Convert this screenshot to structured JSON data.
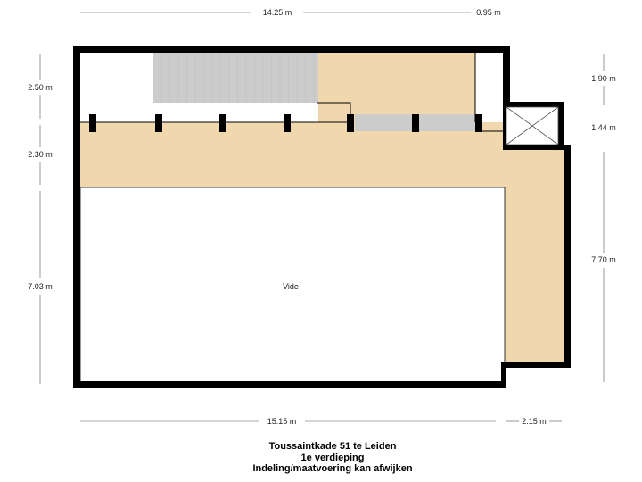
{
  "dimensions": {
    "top": [
      "14.25 m",
      "0.95 m"
    ],
    "left": [
      "2.50 m",
      "2.30 m",
      "7.03 m"
    ],
    "right": [
      "1.90 m",
      "1.44 m",
      "7.70 m"
    ],
    "bottom": [
      "15.15 m",
      "2.15 m"
    ]
  },
  "rooms": {
    "vide": "Vide"
  },
  "title": {
    "address": "Toussaintkade 51 te Leiden",
    "floor": "1e verdieping",
    "disclaimer": "Indeling/maatvoering kan afwijken"
  },
  "colors": {
    "floor": "#f1d7ae",
    "stairs": "#cccccc",
    "wall": "#000000"
  }
}
